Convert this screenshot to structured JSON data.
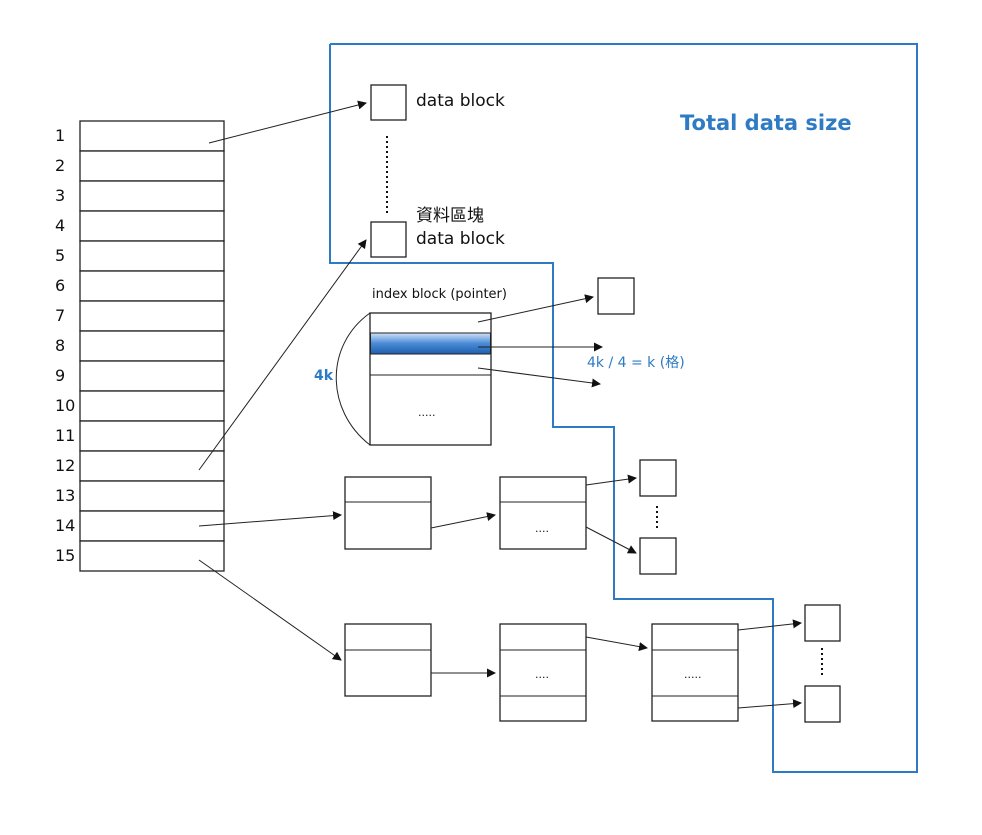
{
  "inode_rows": [
    "1",
    "2",
    "3",
    "4",
    "5",
    "6",
    "7",
    "8",
    "9",
    "10",
    "11",
    "12",
    "13",
    "14",
    "15"
  ],
  "labels": {
    "data_block_top": "data block",
    "data_block_chinese": "資料區塊",
    "data_block_bottom": "data block",
    "total_data_size": "Total data size",
    "index_block": "index block (pointer)",
    "size_4k": "4k",
    "formula": "4k / 4 = k (格)",
    "ellipsis_index": ".....",
    "ellipsis_double": "....",
    "ellipsis_triple_1": "....",
    "ellipsis_triple_2": "....."
  },
  "colors": {
    "accent": "#2e7bc4",
    "line": "#222222",
    "highlight": "#3a7fd0"
  }
}
